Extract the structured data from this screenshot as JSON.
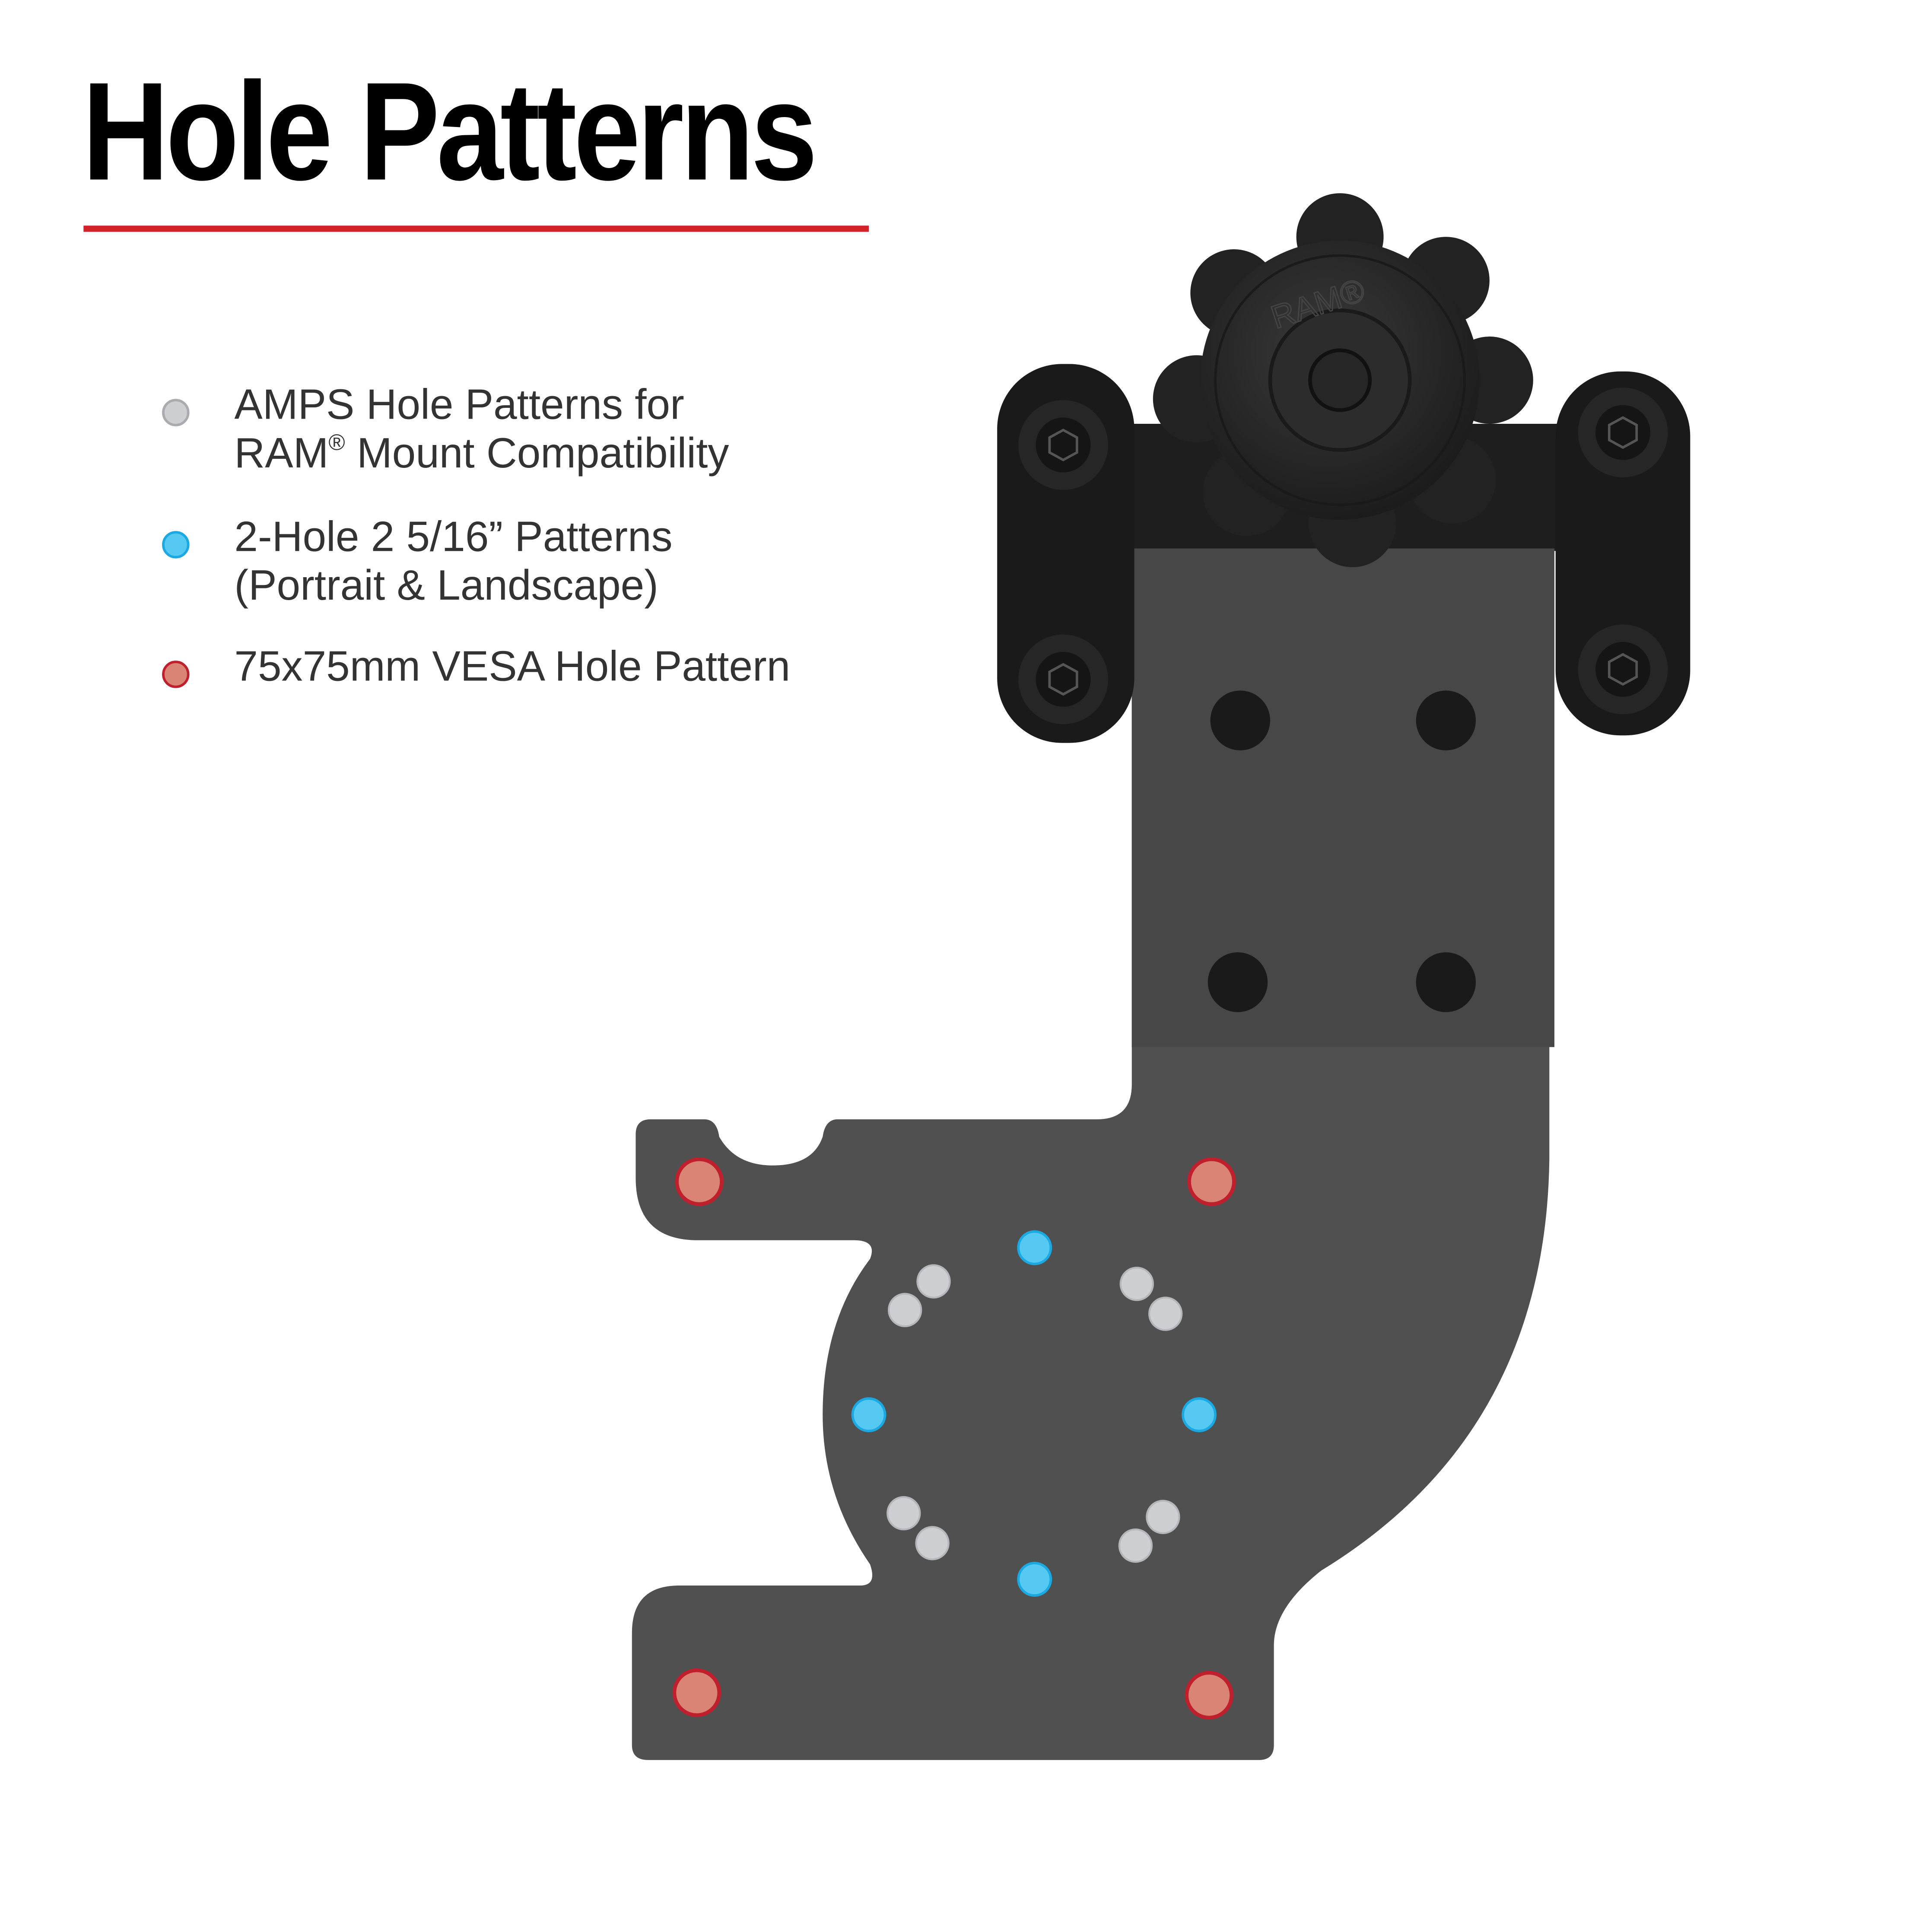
{
  "title": "Hole Patterns",
  "legend": [
    {
      "line1": "AMPS Hole Patterns for",
      "line2_prefix": "RAM",
      "line2_mark": "®",
      "line2_suffix": " Mount Compatibility",
      "fill": "#cdcfd2",
      "stroke": "#a9abae"
    },
    {
      "line1": "2-Hole 2 5/16” Patterns",
      "line2": "(Portrait & Landscape)",
      "fill": "#55c9f2",
      "stroke": "#1aa9e3"
    },
    {
      "line1": "75x75mm VESA Hole Pattern",
      "fill": "#d98474",
      "stroke": "#c0202e"
    }
  ],
  "knob_logo": "RAM®",
  "colors": {
    "accent": "#d2232a",
    "plate": "#505050",
    "hardware": "#222222"
  }
}
